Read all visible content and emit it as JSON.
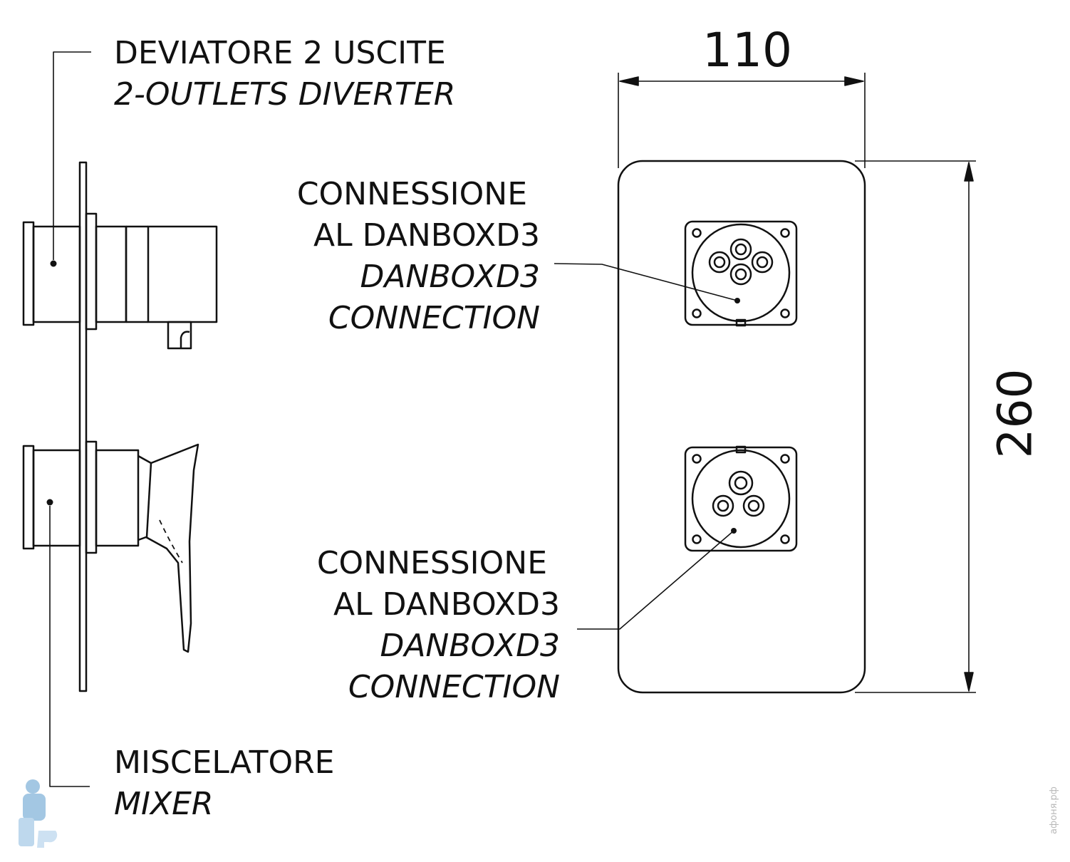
{
  "labels": {
    "diverter": {
      "it": "DEVIATORE 2 USCITE",
      "en": "2-OUTLETS DIVERTER"
    },
    "connection_top": {
      "it1": "CONNESSIONE",
      "it2": "AL DANBOXD3",
      "en1": "DANBOXD3",
      "en2": "CONNECTION"
    },
    "connection_bottom": {
      "it1": "CONNESSIONE",
      "it2": "AL DANBOXD3",
      "en1": "DANBOXD3",
      "en2": "CONNECTION"
    },
    "mixer": {
      "it": "MISCELATORE",
      "en": "MIXER"
    }
  },
  "dimensions": {
    "width": "110",
    "height": "260"
  },
  "watermark": "афоня.рф",
  "colors": {
    "line": "#111111",
    "background": "#ffffff",
    "logo": "#4a90c8"
  }
}
